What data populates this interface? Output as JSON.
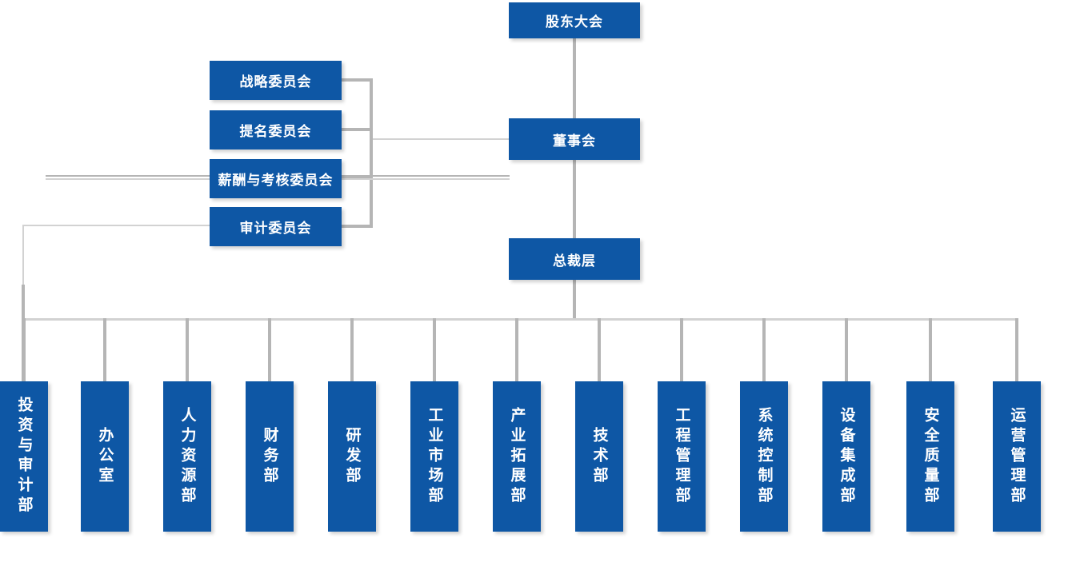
{
  "colors": {
    "node_fill": "#0E57A5",
    "node_text": "#FFFFFF",
    "connector": "#B5B5B5",
    "connector_light": "#D2D2D2",
    "background": "#FFFFFF"
  },
  "nodes": {
    "shareholders": "股东大会",
    "board": "董事会",
    "president": "总裁层"
  },
  "committees": [
    "战略委员会",
    "提名委员会",
    "薪酬与考核委员会",
    "审计委员会"
  ],
  "departments": [
    "投资与审计部",
    "办公室",
    "人力资源部",
    "财务部",
    "研发部",
    "工业市场部",
    "产业拓展部",
    "技术部",
    "工程管理部",
    "系统控制部",
    "设备集成部",
    "安全质量部",
    "运营管理部"
  ]
}
